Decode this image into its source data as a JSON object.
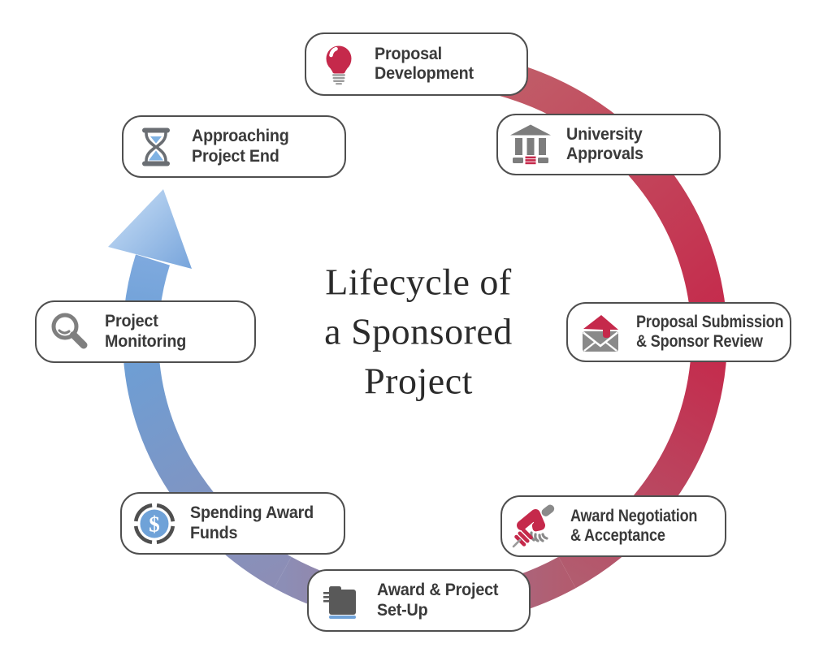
{
  "title": {
    "line1": "Lifecycle of",
    "line2": "a Sponsored",
    "line3": "Project"
  },
  "stages": [
    {
      "name": "proposal-development",
      "line1": "Proposal",
      "line2": "Development",
      "icon": "lightbulb-icon"
    },
    {
      "name": "university-approvals",
      "line1": "University",
      "line2": "Approvals",
      "icon": "bank-icon"
    },
    {
      "name": "proposal-submission",
      "line1": "Proposal Submission",
      "line2": "& Sponsor Review",
      "icon": "envelope-icon"
    },
    {
      "name": "award-negotiation",
      "line1": "Award Negotiation",
      "line2": "& Acceptance",
      "icon": "handshake-icon"
    },
    {
      "name": "award-project-setup",
      "line1": "Award & Project",
      "line2": "Set-Up",
      "icon": "folder-icon"
    },
    {
      "name": "spending-award-funds",
      "line1": "Spending Award",
      "line2": "Funds",
      "icon": "coin-icon"
    },
    {
      "name": "project-monitoring",
      "line1": "Project",
      "line2": "Monitoring",
      "icon": "magnifier-icon"
    },
    {
      "name": "approaching-project-end",
      "line1": "Approaching",
      "line2": "Project End",
      "icon": "hourglass-icon"
    }
  ],
  "coin": {
    "symbol": "$"
  },
  "colors": {
    "ring_red": "#C5294B",
    "ring_red_muted": "#C0606A",
    "ring_rose": "#B25C6F",
    "ring_purple": "#8C8EB6",
    "ring_blue": "#6C9FD6",
    "ring_blue_light": "#7EA9DE",
    "arrow_blue_light": "#BFD8F3",
    "arrow_blue": "#74A2DA",
    "box_border": "#4f4f4f",
    "label_text": "#3a3a3a",
    "title_text": "#2b2b2b"
  }
}
